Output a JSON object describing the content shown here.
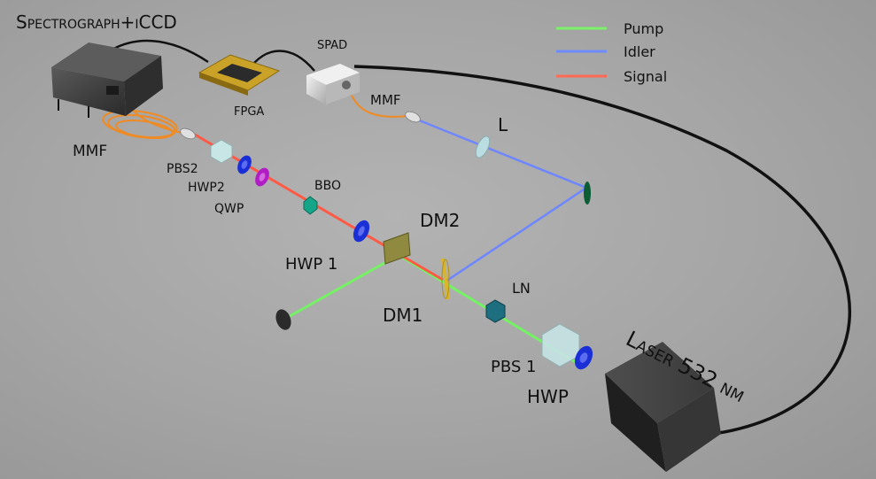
{
  "legend": {
    "pump": {
      "label": "Pump",
      "color": "#7cf06a"
    },
    "idler": {
      "label": "Idler",
      "color": "#6f8cff"
    },
    "signal": {
      "label": "Signal",
      "color": "#ff6a55"
    }
  },
  "labels": {
    "spectrograph": "Spectrograph+iCCD",
    "fpga": "FPGA",
    "spad": "SPAD",
    "mmf_left": "MMF",
    "mmf_right": "MMF",
    "pbs2": "PBS2",
    "hwp2": "HWP2",
    "qwp": "QWP",
    "bbo": "BBO",
    "dm2": "DM2",
    "hwp1": "HWP 1",
    "dm1": "DM1",
    "ln": "LN",
    "l": "L",
    "pbs1": "PBS 1",
    "hwp": "HWP",
    "laser": "Laser 532 nm"
  }
}
